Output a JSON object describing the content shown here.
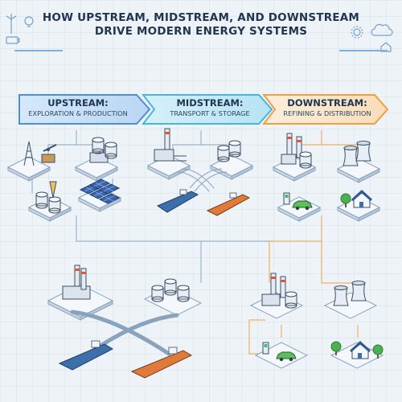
{
  "header": {
    "title_line1": "HOW UPSTREAM, MIDSTREAM, AND DOWNSTREAM",
    "title_line2": "DRIVE MODERN ENERGY SYSTEMS"
  },
  "stages": [
    {
      "title": "UPSTREAM:",
      "subtitle": "EXPLORATION & PRODUCTION",
      "color": "#4d8fd0"
    },
    {
      "title": "MIDSTREAM:",
      "subtitle": "TRANSPORT & STORAGE",
      "color": "#43b8d8"
    },
    {
      "title": "DOWNSTREAM:",
      "subtitle": "REFINING & DISTRIBUTION",
      "color": "#f0a040"
    }
  ],
  "colors": {
    "background": "#eef3f8",
    "platform": "#dde6ef",
    "connector_blue": "#9ab6cf",
    "connector_orange": "#f0b060",
    "tanker_blue": "#3d6fa8",
    "tanker_orange": "#e07a3a",
    "solar": "#3a66b0",
    "car": "#5cbf5c",
    "tree": "#4caf50"
  },
  "icons": [
    "oil-derrick-icon",
    "pumpjack-icon",
    "drilling-rig-icon",
    "solar-panel-icon",
    "storage-tank-icon",
    "pipeline-icon",
    "tanker-ship-icon",
    "refinery-icon",
    "power-plant-icon",
    "ev-charger-icon",
    "electric-car-icon",
    "house-icon",
    "tree-icon",
    "wind-turbine-icon",
    "lightbulb-icon",
    "cloud-icon",
    "gear-icon",
    "battery-icon"
  ]
}
